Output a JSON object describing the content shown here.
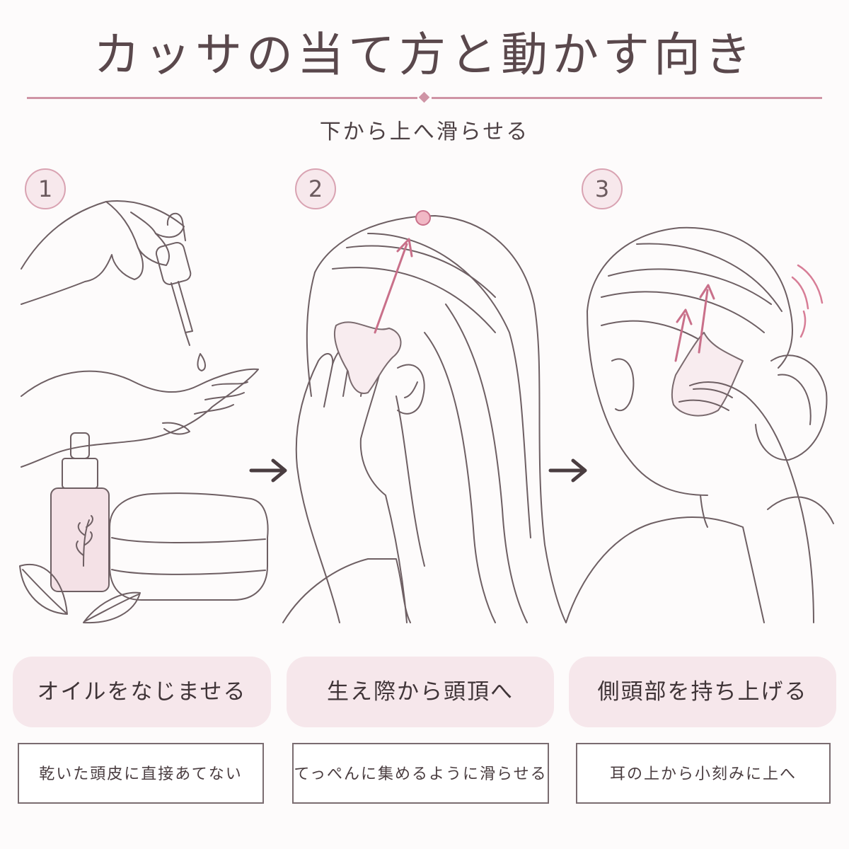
{
  "title": "カッサの当て方と動かす向き",
  "subtitle": "下から上へ滑らせる",
  "steps": [
    {
      "number": "1",
      "label": "オイルをなじませる",
      "note": "乾いた頭皮に直接あてない"
    },
    {
      "number": "2",
      "label": "生え際から頭頂へ",
      "note": "てっぺんに集めるように滑らせる"
    },
    {
      "number": "3",
      "label": "側頭部を持ち上げる",
      "note": "耳の上から小刻みに上へ"
    }
  ],
  "colors": {
    "accent": "#cf94a5",
    "label_bg": "#f6e7eb",
    "line_art": "#6e5f63",
    "arrow": "#c9708a"
  }
}
